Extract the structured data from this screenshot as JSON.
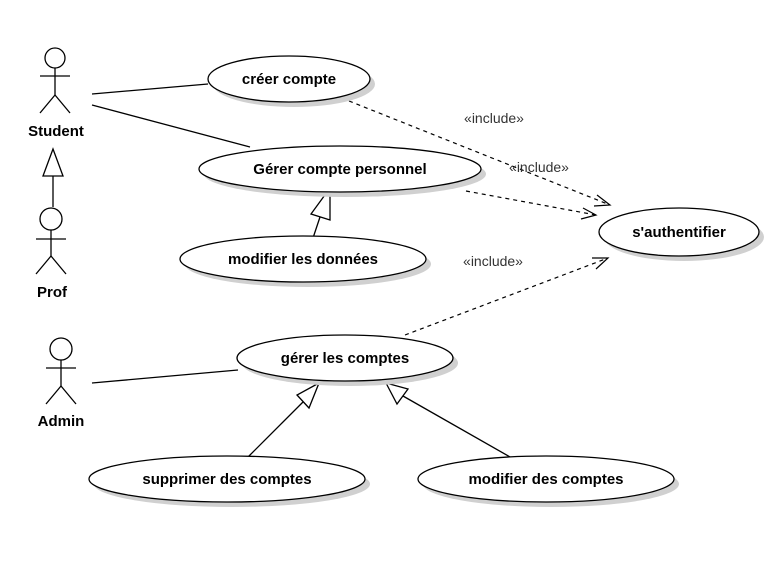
{
  "diagram": {
    "actors": {
      "student": "Student",
      "prof": "Prof",
      "admin": "Admin"
    },
    "use_cases": {
      "creer_compte": "créer compte",
      "gerer_compte_personnel": "Gérer compte personnel",
      "modifier_donnees": "modifier les données",
      "sauthentifier": "s'authentifier",
      "gerer_comptes": "gérer les comptes",
      "supprimer_comptes": "supprimer des comptes",
      "modifier_comptes": "modifier des comptes"
    },
    "stereotypes": {
      "include_1": "«include»",
      "include_2": "«include»",
      "include_3": "«include»"
    }
  }
}
